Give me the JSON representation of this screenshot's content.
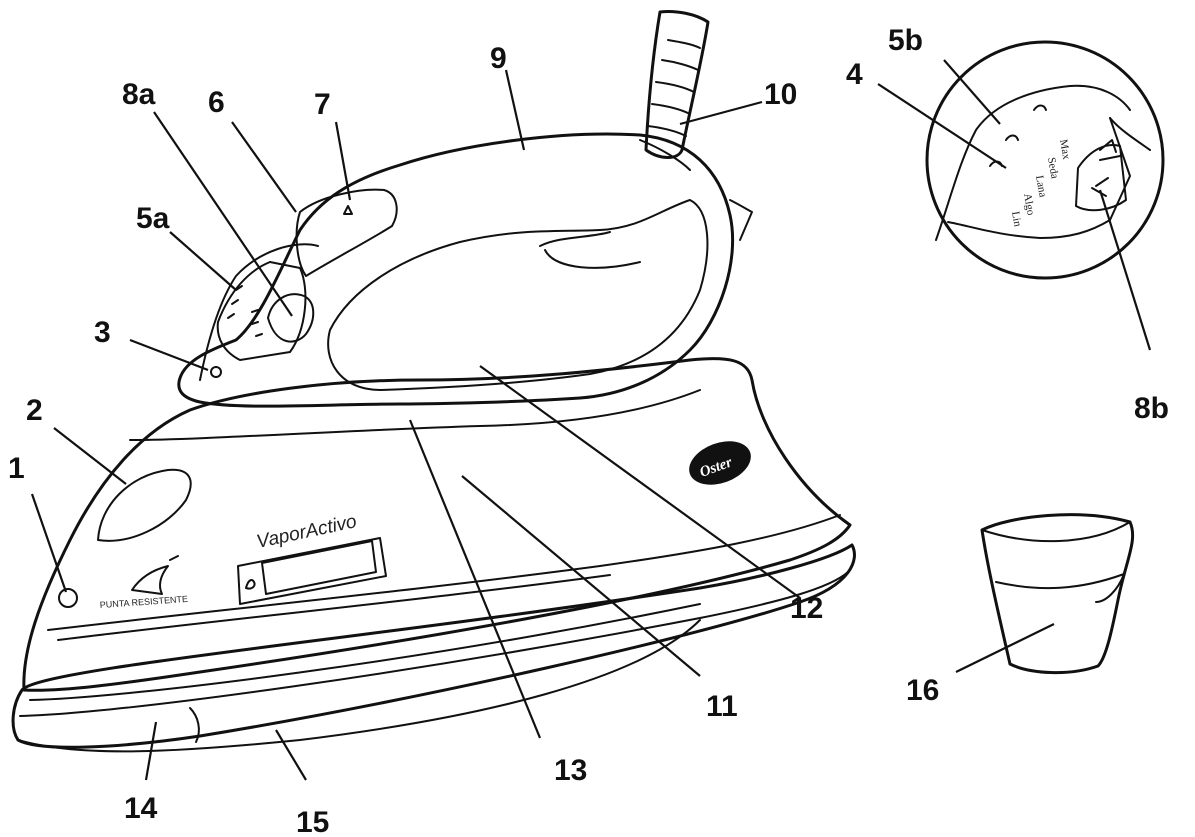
{
  "callouts": [
    {
      "id": "1",
      "text": "1"
    },
    {
      "id": "2",
      "text": "2"
    },
    {
      "id": "3",
      "text": "3"
    },
    {
      "id": "4",
      "text": "4"
    },
    {
      "id": "5a",
      "text": "5a"
    },
    {
      "id": "5b",
      "text": "5b"
    },
    {
      "id": "6",
      "text": "6"
    },
    {
      "id": "7",
      "text": "7"
    },
    {
      "id": "8a",
      "text": "8a"
    },
    {
      "id": "8b",
      "text": "8b"
    },
    {
      "id": "9",
      "text": "9"
    },
    {
      "id": "10",
      "text": "10"
    },
    {
      "id": "11",
      "text": "11"
    },
    {
      "id": "12",
      "text": "12"
    },
    {
      "id": "13",
      "text": "13"
    },
    {
      "id": "14",
      "text": "14"
    },
    {
      "id": "15",
      "text": "15"
    },
    {
      "id": "16",
      "text": "16"
    }
  ],
  "iron": {
    "brand_logo": "Oster",
    "model_text": "VaporActivo",
    "tip_text": "PUNTA RESISTENTE"
  },
  "detail_dial": {
    "settings": [
      "Max",
      "Seda",
      "Lana",
      "Algo",
      "Lin"
    ]
  },
  "icons": [
    "steam-icon",
    "water-drop-icon",
    "spray-icon",
    "arrow-up-icon",
    "arrow-down-icon"
  ]
}
